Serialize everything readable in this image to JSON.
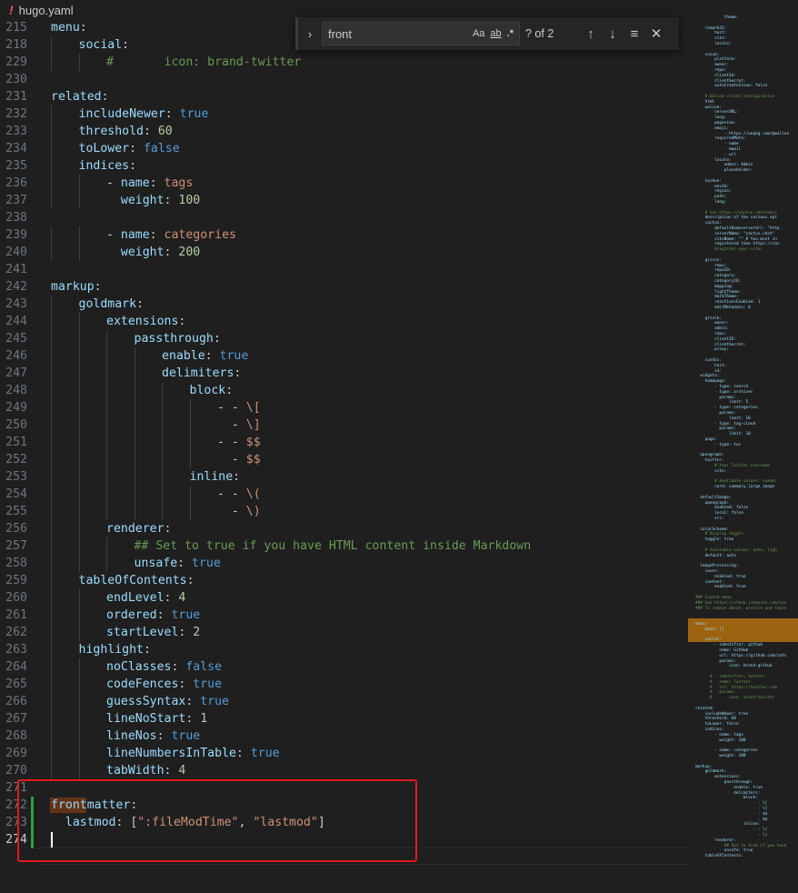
{
  "breadcrumb": {
    "icon": "!",
    "filename": "hugo.yaml"
  },
  "find": {
    "query": "front",
    "match_case": "Aa",
    "whole_word": "ab",
    "regex": ".*",
    "result": "? of 2"
  },
  "lines": [
    {
      "n": "215",
      "indent": 0,
      "parts": [
        [
          "k",
          "menu"
        ],
        [
          "p",
          ":"
        ]
      ]
    },
    {
      "n": "218",
      "indent": 1,
      "parts": [
        [
          "k",
          "social"
        ],
        [
          "p",
          ":"
        ]
      ]
    },
    {
      "n": "229",
      "indent": 2,
      "parts": [
        [
          "c",
          "#       icon: brand-twitter"
        ]
      ]
    },
    {
      "n": "230",
      "indent": 0,
      "parts": []
    },
    {
      "n": "231",
      "indent": 0,
      "parts": [
        [
          "k",
          "related"
        ],
        [
          "p",
          ":"
        ]
      ]
    },
    {
      "n": "232",
      "indent": 1,
      "parts": [
        [
          "k",
          "includeNewer"
        ],
        [
          "p",
          ": "
        ],
        [
          "b",
          "true"
        ]
      ]
    },
    {
      "n": "233",
      "indent": 1,
      "parts": [
        [
          "k",
          "threshold"
        ],
        [
          "p",
          ": "
        ],
        [
          "n",
          "60"
        ]
      ]
    },
    {
      "n": "234",
      "indent": 1,
      "parts": [
        [
          "k",
          "toLower"
        ],
        [
          "p",
          ": "
        ],
        [
          "b",
          "false"
        ]
      ]
    },
    {
      "n": "235",
      "indent": 1,
      "parts": [
        [
          "k",
          "indices"
        ],
        [
          "p",
          ":"
        ]
      ]
    },
    {
      "n": "236",
      "indent": 2,
      "parts": [
        [
          "p",
          "- "
        ],
        [
          "k",
          "name"
        ],
        [
          "p",
          ": "
        ],
        [
          "s",
          "tags"
        ]
      ]
    },
    {
      "n": "237",
      "indent": 2,
      "parts": [
        [
          "p",
          "  "
        ],
        [
          "k",
          "weight"
        ],
        [
          "p",
          ": "
        ],
        [
          "n",
          "100"
        ]
      ]
    },
    {
      "n": "238",
      "indent": 0,
      "parts": []
    },
    {
      "n": "239",
      "indent": 2,
      "parts": [
        [
          "p",
          "- "
        ],
        [
          "k",
          "name"
        ],
        [
          "p",
          ": "
        ],
        [
          "s",
          "categories"
        ]
      ]
    },
    {
      "n": "240",
      "indent": 2,
      "parts": [
        [
          "p",
          "  "
        ],
        [
          "k",
          "weight"
        ],
        [
          "p",
          ": "
        ],
        [
          "n",
          "200"
        ]
      ]
    },
    {
      "n": "241",
      "indent": 0,
      "parts": []
    },
    {
      "n": "242",
      "indent": 0,
      "parts": [
        [
          "k",
          "markup"
        ],
        [
          "p",
          ":"
        ]
      ]
    },
    {
      "n": "243",
      "indent": 1,
      "parts": [
        [
          "k",
          "goldmark"
        ],
        [
          "p",
          ":"
        ]
      ]
    },
    {
      "n": "244",
      "indent": 2,
      "parts": [
        [
          "k",
          "extensions"
        ],
        [
          "p",
          ":"
        ]
      ]
    },
    {
      "n": "245",
      "indent": 3,
      "parts": [
        [
          "k",
          "passthrough"
        ],
        [
          "p",
          ":"
        ]
      ]
    },
    {
      "n": "246",
      "indent": 4,
      "parts": [
        [
          "k",
          "enable"
        ],
        [
          "p",
          ": "
        ],
        [
          "b",
          "true"
        ]
      ]
    },
    {
      "n": "247",
      "indent": 4,
      "parts": [
        [
          "k",
          "delimiters"
        ],
        [
          "p",
          ":"
        ]
      ]
    },
    {
      "n": "248",
      "indent": 5,
      "parts": [
        [
          "k",
          "block"
        ],
        [
          "p",
          ":"
        ]
      ]
    },
    {
      "n": "249",
      "indent": 6,
      "parts": [
        [
          "p",
          "- - "
        ],
        [
          "s",
          "\\["
        ]
      ]
    },
    {
      "n": "250",
      "indent": 6,
      "parts": [
        [
          "p",
          "  - "
        ],
        [
          "s",
          "\\]"
        ]
      ]
    },
    {
      "n": "251",
      "indent": 6,
      "parts": [
        [
          "p",
          "- - "
        ],
        [
          "s",
          "$$"
        ]
      ]
    },
    {
      "n": "252",
      "indent": 6,
      "parts": [
        [
          "p",
          "  - "
        ],
        [
          "s",
          "$$"
        ]
      ]
    },
    {
      "n": "253",
      "indent": 5,
      "parts": [
        [
          "k",
          "inline"
        ],
        [
          "p",
          ":"
        ]
      ]
    },
    {
      "n": "254",
      "indent": 6,
      "parts": [
        [
          "p",
          "- - "
        ],
        [
          "s",
          "\\("
        ]
      ]
    },
    {
      "n": "255",
      "indent": 6,
      "parts": [
        [
          "p",
          "  - "
        ],
        [
          "s",
          "\\)"
        ]
      ]
    },
    {
      "n": "256",
      "indent": 2,
      "parts": [
        [
          "k",
          "renderer"
        ],
        [
          "p",
          ":"
        ]
      ]
    },
    {
      "n": "257",
      "indent": 3,
      "parts": [
        [
          "c",
          "## Set to true if you have HTML content inside Markdown"
        ]
      ]
    },
    {
      "n": "258",
      "indent": 3,
      "parts": [
        [
          "k",
          "unsafe"
        ],
        [
          "p",
          ": "
        ],
        [
          "b",
          "true"
        ]
      ]
    },
    {
      "n": "259",
      "indent": 1,
      "parts": [
        [
          "k",
          "tableOfContents"
        ],
        [
          "p",
          ":"
        ]
      ]
    },
    {
      "n": "260",
      "indent": 2,
      "parts": [
        [
          "k",
          "endLevel"
        ],
        [
          "p",
          ": "
        ],
        [
          "n",
          "4"
        ]
      ]
    },
    {
      "n": "261",
      "indent": 2,
      "parts": [
        [
          "k",
          "ordered"
        ],
        [
          "p",
          ": "
        ],
        [
          "b",
          "true"
        ]
      ]
    },
    {
      "n": "262",
      "indent": 2,
      "parts": [
        [
          "k",
          "startLevel"
        ],
        [
          "p",
          ": "
        ],
        [
          "n",
          "2"
        ]
      ]
    },
    {
      "n": "263",
      "indent": 1,
      "parts": [
        [
          "k",
          "highlight"
        ],
        [
          "p",
          ":"
        ]
      ]
    },
    {
      "n": "264",
      "indent": 2,
      "parts": [
        [
          "k",
          "noClasses"
        ],
        [
          "p",
          ": "
        ],
        [
          "b",
          "false"
        ]
      ]
    },
    {
      "n": "265",
      "indent": 2,
      "parts": [
        [
          "k",
          "codeFences"
        ],
        [
          "p",
          ": "
        ],
        [
          "b",
          "true"
        ]
      ]
    },
    {
      "n": "266",
      "indent": 2,
      "parts": [
        [
          "k",
          "guessSyntax"
        ],
        [
          "p",
          ": "
        ],
        [
          "b",
          "true"
        ]
      ]
    },
    {
      "n": "267",
      "indent": 2,
      "parts": [
        [
          "k",
          "lineNoStart"
        ],
        [
          "p",
          ": "
        ],
        [
          "n",
          "1"
        ]
      ]
    },
    {
      "n": "268",
      "indent": 2,
      "parts": [
        [
          "k",
          "lineNos"
        ],
        [
          "p",
          ": "
        ],
        [
          "b",
          "true"
        ]
      ]
    },
    {
      "n": "269",
      "indent": 2,
      "parts": [
        [
          "k",
          "lineNumbersInTable"
        ],
        [
          "p",
          ": "
        ],
        [
          "b",
          "true"
        ]
      ]
    },
    {
      "n": "270",
      "indent": 2,
      "parts": [
        [
          "k",
          "tabWidth"
        ],
        [
          "p",
          ": "
        ],
        [
          "n",
          "4"
        ]
      ]
    },
    {
      "n": "271",
      "indent": 0,
      "parts": []
    },
    {
      "n": "272",
      "indent": 0,
      "parts": [
        [
          "k",
          "frontmatter"
        ],
        [
          "p",
          ":"
        ]
      ]
    },
    {
      "n": "273",
      "indent": 0,
      "parts": [
        [
          "p",
          "  "
        ],
        [
          "k",
          "lastmod"
        ],
        [
          "p",
          ": ["
        ],
        [
          "s",
          "\":fileModTime\""
        ],
        [
          "p",
          ", "
        ],
        [
          "s",
          "\"lastmod\""
        ],
        [
          "p",
          "]"
        ]
      ]
    },
    {
      "n": "274",
      "indent": 0,
      "parts": []
    }
  ],
  "minimap": [
    "            theme:",
    "",
    "    remark42:",
    "        host:",
    "        site:",
    "        locale:",
    "",
    "    vssue:",
    "        platform:",
    "        owner:",
    "        repo:",
    "        clientId:",
    "        clientSecret:",
    "        autoCreateIssue: false",
    "",
    "    # Waline client configuration",
    "    html",
    "    waline:",
    "        serverURL:",
    "        lang:",
    "        pageview:",
    "        emoji:",
    "            - https://unpkg.com/@waline",
    "        requiredMeta:",
    "            - name",
    "            - email",
    "            - url",
    "        locale:",
    "            admin: Admin",
    "            placeholder:",
    "",
    "    twikoo:",
    "        envId:",
    "        region:",
    "        path:",
    "        lang:",
    "",
    "    # See https://cactus.chat/docs",
    "    description of the various opt",
    "    cactus:",
    "        defaultHomeserverUrl: \"http",
    "        serverName: \"cactus.chat\"",
    "        siteName: \"\" # You must in",
    "        registered (See https://cac",
    "        #register-your-site)",
    "",
    "    giscus:",
    "        repo:",
    "        repoID:",
    "        category:",
    "        categoryID:",
    "        mapping:",
    "        lightTheme:",
    "        darkTheme:",
    "        reactionsEnabled: 1",
    "        emitMetadata: 0",
    "",
    "    gitalk:",
    "        owner:",
    "        admin:",
    "        repo:",
    "        clientID:",
    "        clientSecret:",
    "        proxy:",
    "",
    "    cusdis:",
    "        host:",
    "        id:",
    "  widgets:",
    "    homepage:",
    "        - type: search",
    "        - type: archives",
    "          params:",
    "              limit: 5",
    "        - type: categories",
    "          params:",
    "              limit: 10",
    "        - type: tag-cloud",
    "          params:",
    "              limit: 10",
    "    page:",
    "        - type: toc",
    "",
    "  opengraph:",
    "    twitter:",
    "        # Your Twitter username",
    "        site:",
    "",
    "        # Available values: summar",
    "        card: summary_large_image",
    "",
    "  defaultImage:",
    "    opengraph:",
    "        enabled: false",
    "        local: false",
    "        src:",
    "",
    "  colorScheme:",
    "    # Display toggle",
    "    toggle: true",
    "",
    "    # Available values: auto, ligh",
    "    default: auto",
    "",
    "  imageProcessing:",
    "    cover:",
    "        enabled: true",
    "    content:",
    "        enabled: true",
    "",
    "### Custom menu",
    "### See https://stack.jimmycai.com/con",
    "### To remove about, archive and searc",
    "",
    "",
    "menu:",
    "    main: []",
    "",
    "    social:",
    "        - identifier: github",
    "          name: GitHub",
    "          url: https://github.com/cats",
    "          params:",
    "              icon: brand-github",
    "",
    "      # - identifier: twitter",
    "      #   name: Twitter",
    "      #   url: https://twitter.com",
    "      #   params:",
    "      #       icon: brand-twitter",
    "",
    "related:",
    "    includeNewer: true",
    "    threshold: 60",
    "    toLower: false",
    "    indices:",
    "        - name: tags",
    "          weight: 100",
    "",
    "        - name: categories",
    "          weight: 200",
    "",
    "markup:",
    "    goldmark:",
    "        extensions:",
    "            passthrough:",
    "                enable: true",
    "                delimiters:",
    "                    block:",
    "                        - - \\[",
    "                          - \\]",
    "                        - - $$",
    "                          - $$",
    "                    inline:",
    "                        - - \\(",
    "                          - \\)",
    "        renderer:",
    "            ## Set to true if you have",
    "            unsafe: true",
    "    tableOfContents:"
  ]
}
